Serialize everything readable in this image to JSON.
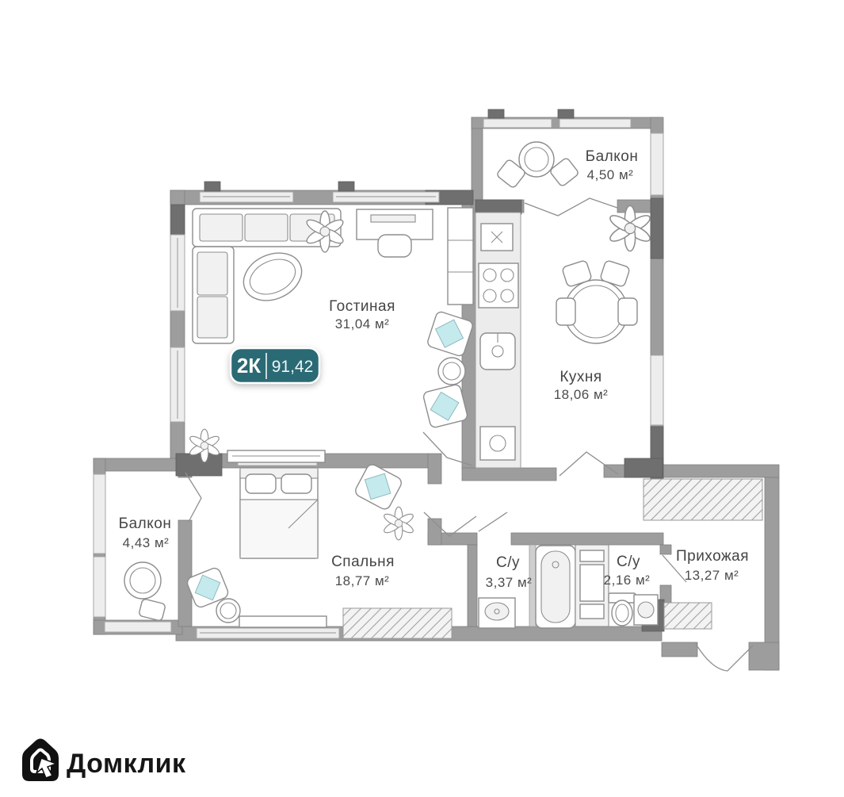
{
  "plan": {
    "badge": {
      "rooms_label": "2К",
      "total_area": "91,42"
    },
    "rooms": [
      {
        "id": "living",
        "name": "Гостиная",
        "area": "31,04 м²"
      },
      {
        "id": "kitchen",
        "name": "Кухня",
        "area": "18,06 м²"
      },
      {
        "id": "balcony-top",
        "name": "Балкон",
        "area": "4,50 м²"
      },
      {
        "id": "balcony-left",
        "name": "Балкон",
        "area": "4,43 м²"
      },
      {
        "id": "bedroom",
        "name": "Спальня",
        "area": "18,77 м²"
      },
      {
        "id": "bath-1",
        "name": "С/у",
        "area": "3,37 м²"
      },
      {
        "id": "bath-2",
        "name": "С/у",
        "area": "2,16 м²"
      },
      {
        "id": "hallway",
        "name": "Прихожая",
        "area": "13,27 м²"
      }
    ]
  },
  "branding": {
    "logo_text": "Домклик"
  },
  "colors": {
    "badge_bg": "#2a6a74",
    "wall": "#9d9d9d",
    "wall_dark": "#6f6f6f",
    "accent_cyan": "#c5eaee",
    "label_text": "#454545"
  }
}
